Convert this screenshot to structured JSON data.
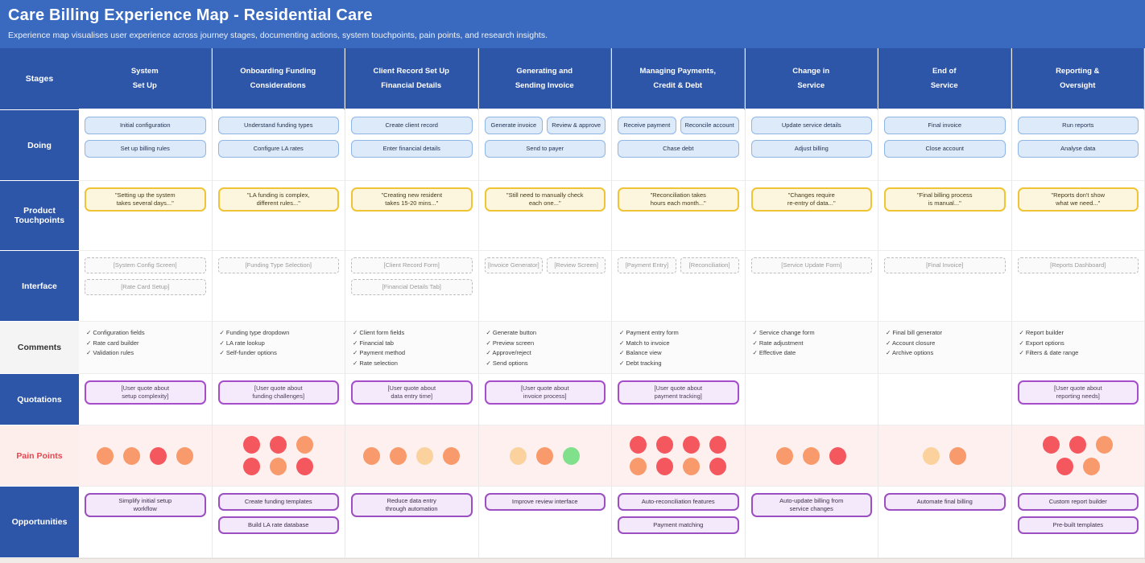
{
  "header": {
    "title": "Care Billing Experience Map - Residential Care",
    "subtitle": "Experience map visualises user experience across journey stages, documenting actions, system touchpoints, pain points, and research insights."
  },
  "row_labels": {
    "stages": "Stages",
    "doing": "Doing",
    "touchpoints": "Product\nTouchpoints",
    "interface": "Interface",
    "comments": "Comments",
    "quotations": "Quotations",
    "pain_points": "Pain Points",
    "opportunities": "Opportunities"
  },
  "icons": {
    "check_glyph": "✓"
  },
  "colors": {
    "header_bg": "#3a6abf",
    "stage_bg": "#2d55a8",
    "pain_row_bg": "#fdf0ee",
    "pain_label_text": "#e8454d",
    "dot_red": "#f4575e",
    "dot_orange": "#f89a6b",
    "dot_peach": "#fbd29e",
    "dot_green": "#80e08c"
  },
  "columns": [
    {
      "stage": "System\nSet Up",
      "doing": [
        [
          "Initial configuration"
        ],
        [
          "Set up billing rules"
        ]
      ],
      "touchpoint": "\"Setting up the system\ntakes several days...\"",
      "interface": [
        [
          "[System Config Screen]"
        ],
        [
          "[Rate Card Setup]"
        ]
      ],
      "comments": [
        "Configuration fields",
        "Rate card builder",
        "Validation rules"
      ],
      "quotation": "[User quote about\nsetup complexity]",
      "pain": [
        [
          "orange",
          "orange",
          "red",
          "orange"
        ]
      ],
      "opportunities": [
        [
          "Simplify initial setup\nworkflow"
        ]
      ]
    },
    {
      "stage": "Onboarding Funding\nConsiderations",
      "doing": [
        [
          "Understand funding types"
        ],
        [
          "Configure LA rates"
        ]
      ],
      "touchpoint": "\"LA funding is complex,\ndifferent rules...\"",
      "interface": [
        [
          "[Funding Type Selection]"
        ]
      ],
      "comments": [
        "Funding type dropdown",
        "LA rate lookup",
        "Self-funder options"
      ],
      "quotation": "[User quote about\nfunding challenges]",
      "pain": [
        [
          "red",
          "red",
          "orange"
        ],
        [
          "red",
          "orange",
          "red"
        ]
      ],
      "opportunities": [
        [
          "Create funding templates"
        ],
        [
          "Build LA rate database"
        ]
      ]
    },
    {
      "stage": "Client Record Set Up\nFinancial Details",
      "doing": [
        [
          "Create client record"
        ],
        [
          "Enter financial details"
        ]
      ],
      "touchpoint": "\"Creating new resident\ntakes 15-20 mins...\"",
      "interface": [
        [
          "[Client Record Form]"
        ],
        [
          "[Financial Details Tab]"
        ]
      ],
      "comments": [
        "Client form fields",
        "Financial tab",
        "Payment method",
        "Rate selection"
      ],
      "quotation": "[User quote about\ndata entry time]",
      "pain": [
        [
          "orange",
          "orange",
          "peach",
          "orange"
        ]
      ],
      "opportunities": [
        [
          "Reduce data entry\nthrough automation"
        ]
      ]
    },
    {
      "stage": "Generating and\nSending Invoice",
      "doing": [
        [
          "Generate invoice",
          "Review & approve"
        ],
        [
          "Send to payer"
        ]
      ],
      "touchpoint": "\"Still need to manually check\neach one...\"",
      "interface": [
        [
          "[Invoice Generator]",
          "[Review Screen]"
        ]
      ],
      "comments": [
        "Generate button",
        "Preview screen",
        "Approve/reject",
        "Send options"
      ],
      "quotation": "[User quote about\ninvoice process]",
      "pain": [
        [
          "peach",
          "orange",
          "green"
        ]
      ],
      "opportunities": [
        [
          "Improve review interface"
        ]
      ]
    },
    {
      "stage": "Managing Payments,\nCredit & Debt",
      "doing": [
        [
          "Receive payment",
          "Reconcile account"
        ],
        [
          "Chase debt"
        ]
      ],
      "touchpoint": "\"Reconciliation takes\nhours each month...\"",
      "interface": [
        [
          "[Payment Entry]",
          "[Reconciliation]"
        ]
      ],
      "comments": [
        "Payment entry form",
        "Match to invoice",
        "Balance view",
        "Debt tracking"
      ],
      "quotation": "[User quote about\npayment tracking]",
      "pain": [
        [
          "red",
          "red",
          "red",
          "red"
        ],
        [
          "orange",
          "red",
          "orange",
          "red"
        ]
      ],
      "opportunities": [
        [
          "Auto-reconciliation features"
        ],
        [
          "Payment matching"
        ]
      ]
    },
    {
      "stage": "Change in\nService",
      "doing": [
        [
          "Update service details"
        ],
        [
          "Adjust billing"
        ]
      ],
      "touchpoint": "\"Changes require\nre-entry of data...\"",
      "interface": [
        [
          "[Service Update Form]"
        ]
      ],
      "comments": [
        "Service change form",
        "Rate adjustment",
        "Effective date"
      ],
      "quotation": null,
      "pain": [
        [
          "orange",
          "orange",
          "red"
        ]
      ],
      "opportunities": [
        [
          "Auto-update billing from\nservice changes"
        ]
      ]
    },
    {
      "stage": "End of\nService",
      "doing": [
        [
          "Final invoice"
        ],
        [
          "Close account"
        ]
      ],
      "touchpoint": "\"Final billing process\nis manual...\"",
      "interface": [
        [
          "[Final Invoice]"
        ]
      ],
      "comments": [
        "Final bill generator",
        "Account closure",
        "Archive options"
      ],
      "quotation": null,
      "pain": [
        [
          "peach",
          "orange"
        ]
      ],
      "opportunities": [
        [
          "Automate final billing"
        ]
      ]
    },
    {
      "stage": "Reporting &\nOversight",
      "doing": [
        [
          "Run reports"
        ],
        [
          "Analyse data"
        ]
      ],
      "touchpoint": "\"Reports don't show\nwhat we need...\"",
      "interface": [
        [
          "[Reports Dashboard]"
        ]
      ],
      "comments": [
        "Report builder",
        "Export options",
        "Filters & date range"
      ],
      "quotation": "[User quote about\nreporting needs]",
      "pain": [
        [
          "red",
          "red",
          "orange"
        ],
        [
          "red",
          "orange"
        ]
      ],
      "opportunities": [
        [
          "Custom report builder"
        ],
        [
          "Pre-built templates"
        ]
      ]
    }
  ]
}
